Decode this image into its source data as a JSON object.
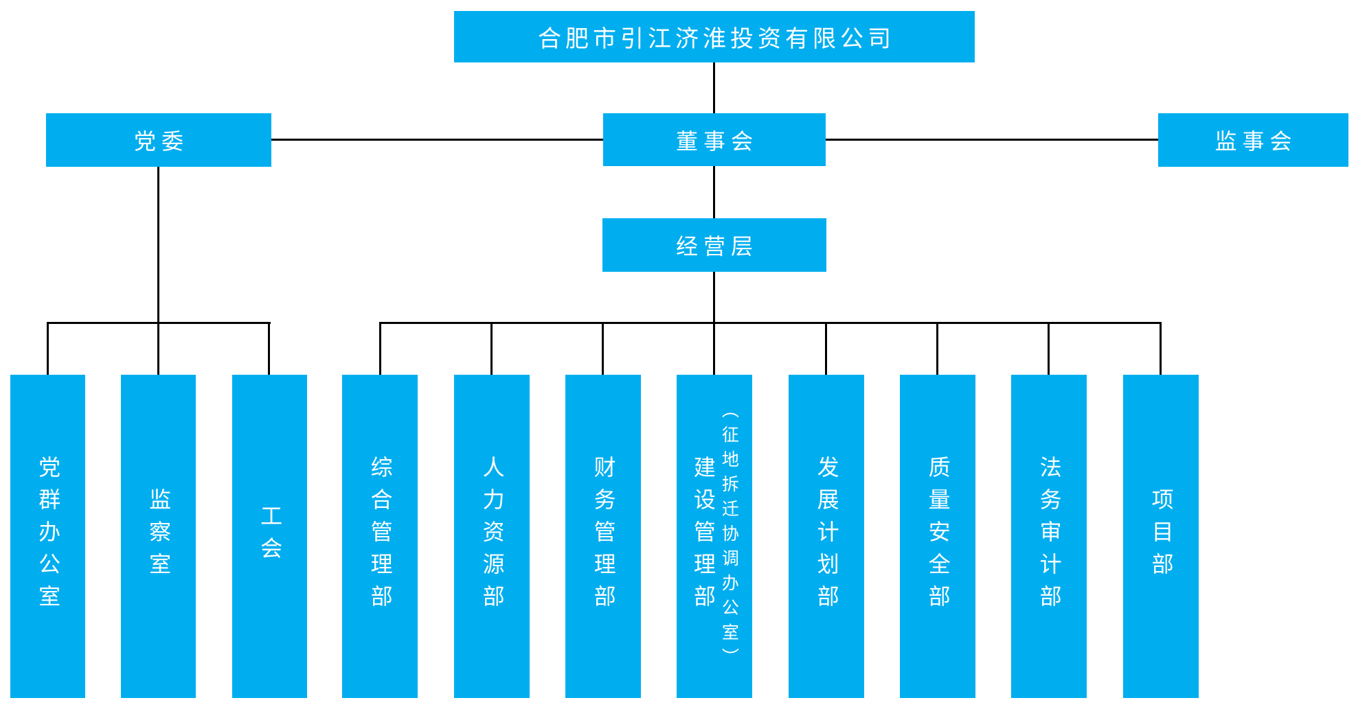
{
  "org": {
    "company": "合肥市引江济淮投资有限公司",
    "level2": {
      "party_committee": "党委",
      "board_of_directors": "董事会",
      "board_of_supervisors": "监事会"
    },
    "level3": {
      "management_level": "经营层"
    },
    "party_depts": [
      "党群办公室",
      "监察室",
      "工会"
    ],
    "mgmt_depts": [
      "综合管理部",
      "人力资源部",
      "财务管理部",
      "建设管理部",
      "发展计划部",
      "质量安全部",
      "法务审计部",
      "项目部"
    ],
    "construction_sub": "（征地拆迁协调办公室）"
  },
  "colors": {
    "node_background": "#00aeef",
    "node_text": "#ffffff",
    "connector": "#000000"
  }
}
